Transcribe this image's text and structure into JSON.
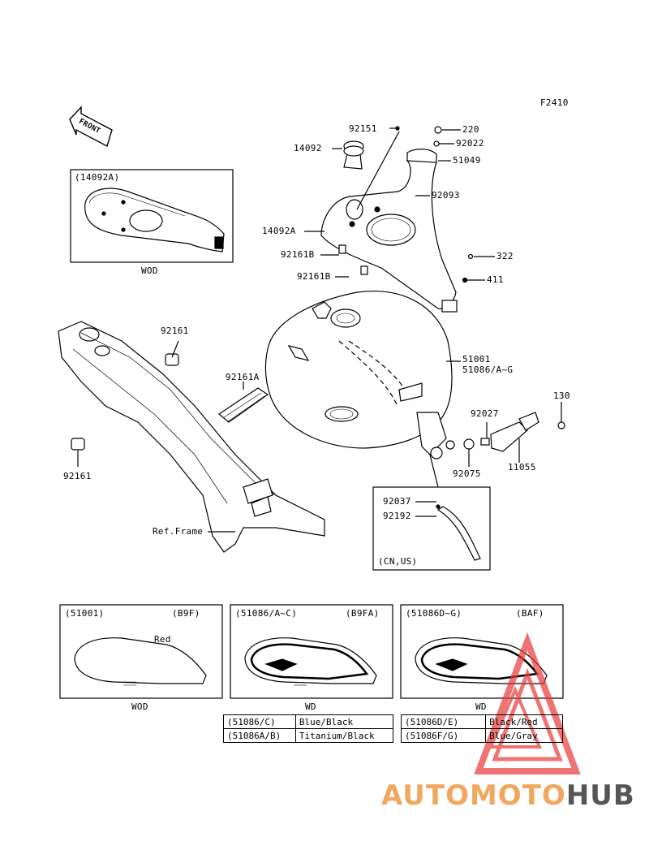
{
  "figure_code": "F2410",
  "front_arrow_label": "FRONT",
  "parts": {
    "p92151": "92151",
    "p220": "220",
    "p14092": "14092",
    "p92022": "92022",
    "p51049": "51049",
    "p92093": "92093",
    "p14092A": "14092A",
    "p92161B_1": "92161B",
    "p92161B_2": "92161B",
    "p322": "322",
    "p411": "411",
    "p92161_top": "92161",
    "p92161A": "92161A",
    "p51001": "51001",
    "p51086": "51086/A~G",
    "p130": "130",
    "p92027": "92027",
    "p11055": "11055",
    "p92075": "92075",
    "p92161_bot": "92161",
    "p92037": "92037",
    "p92192": "92192",
    "ref_frame": "Ref.Frame"
  },
  "inset_top": {
    "title": "(14092A)",
    "caption": "WOD"
  },
  "inset_cn": {
    "caption": "(CN,US)"
  },
  "variants": [
    {
      "part": "(51001)",
      "code": "(B9F)",
      "note": "Red",
      "caption": "WOD"
    },
    {
      "part": "(51086/A~C)",
      "code": "(B9FA)",
      "caption": "WD"
    },
    {
      "part": "(51086D~G)",
      "code": "(BAF)",
      "caption": "WD"
    }
  ],
  "color_table_left": [
    {
      "part": "(51086/C)",
      "color": "Blue/Black"
    },
    {
      "part": "(51086A/B)",
      "color": "Titanium/Black"
    }
  ],
  "color_table_right": [
    {
      "part": "(51086D/E)",
      "color": "Black/Red"
    },
    {
      "part": "(51086F/G)",
      "color": "Blue/Gray"
    }
  ],
  "watermark": {
    "part1": "AUTOMOTO",
    "part2": "HUB",
    "color1": "#f0a860",
    "color2": "#555555",
    "logo_color": "#e83a3a"
  }
}
